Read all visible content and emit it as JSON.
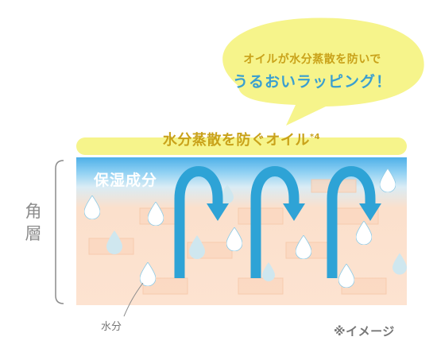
{
  "bubble": {
    "line1": "オイルが水分蒸散を防いで",
    "line2": "うるおいラッピング！"
  },
  "oil_bar": {
    "label": "水分蒸散を防ぐオイル",
    "footnote": "*4"
  },
  "layer": {
    "moisture_label": "保湿成分",
    "side_label": "角層"
  },
  "water_label": "水分",
  "image_note": "※イメージ",
  "colors": {
    "arrow": "#2ea3d6",
    "droplet": "#a9d9ee",
    "bubble": "#f6f48b",
    "oil_text": "#c9a21a",
    "bubble_accent": "#3a9fd0"
  }
}
